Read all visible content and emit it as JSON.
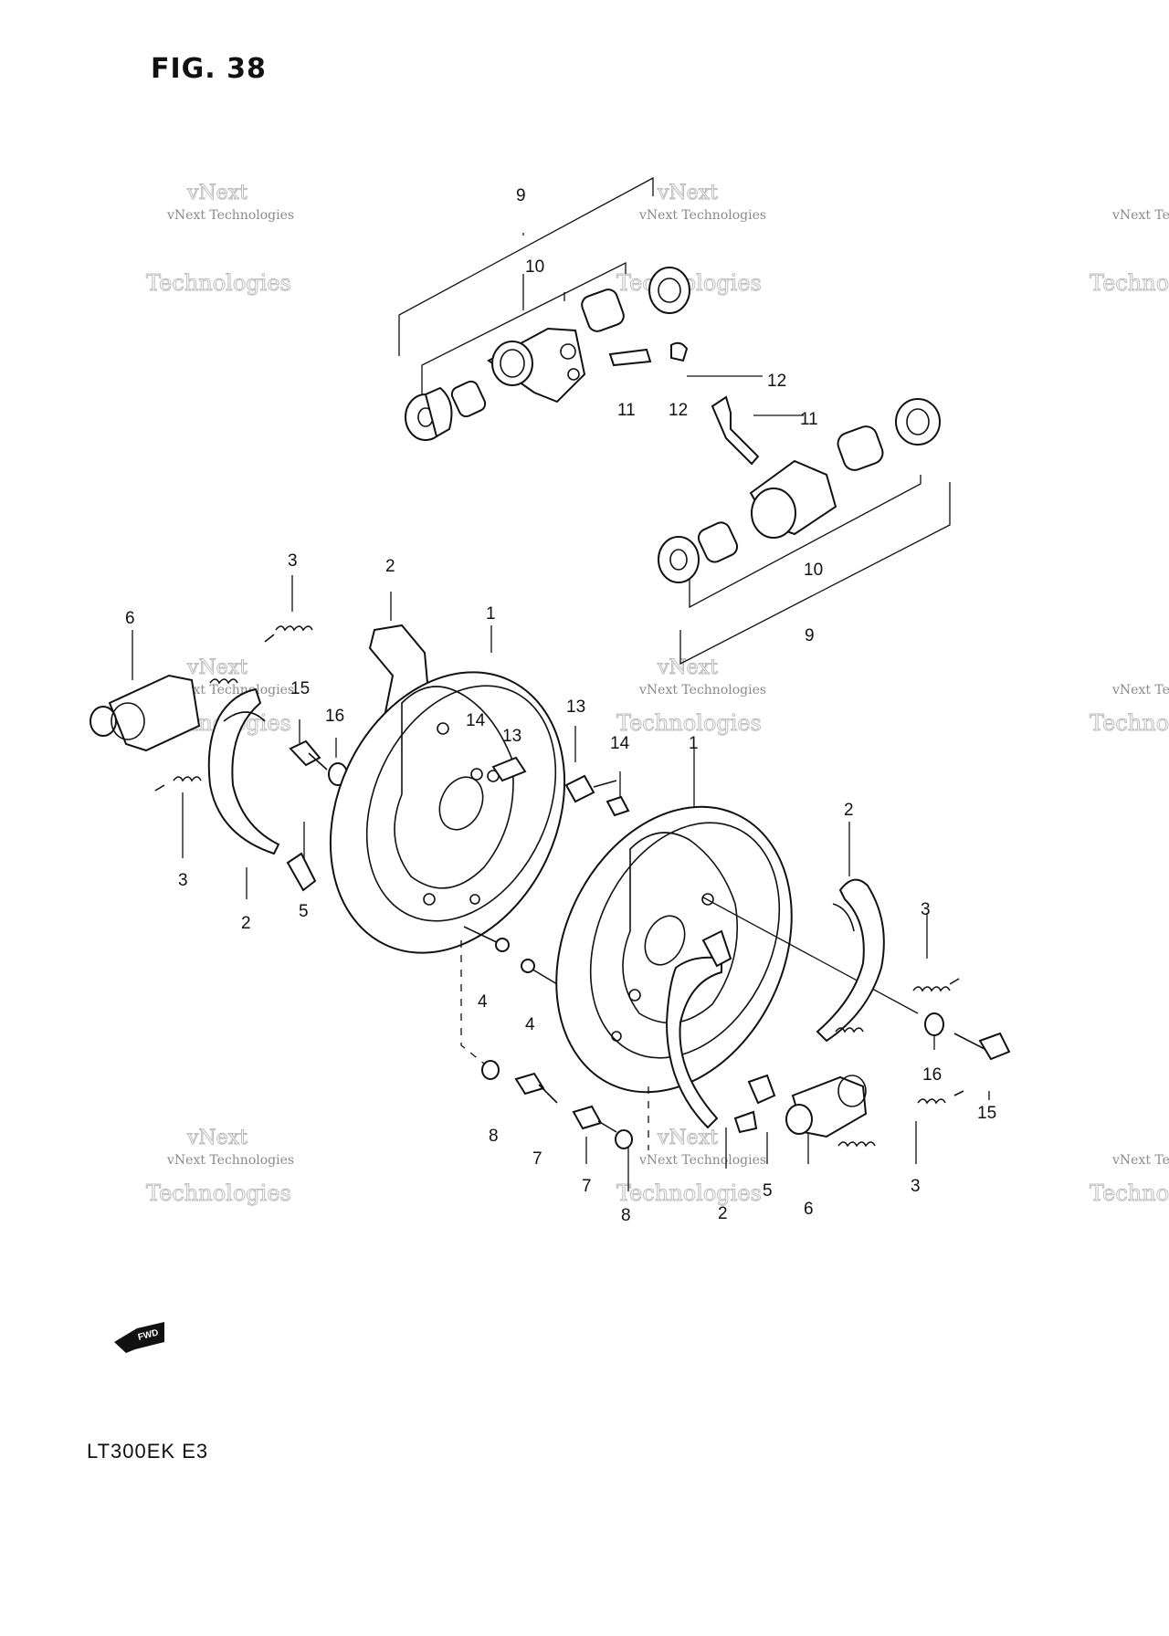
{
  "figure_title": "FIG. 38",
  "model_code": "LT300EK  E3",
  "fwd_badge": {
    "label": "FWD",
    "icon": "fwd-arrow-icon"
  },
  "watermark": {
    "line1": "vNext",
    "line2": "vNext Technologies",
    "line3": "Technologies"
  },
  "callouts": {
    "c9_top": "9",
    "c10_top": "10",
    "c11_a": "11",
    "c12_a": "12",
    "c12_b": "12",
    "c11_b": "11",
    "c10_bot": "10",
    "c9_bot": "9",
    "c3_a": "3",
    "c6_a": "6",
    "c15_a": "15",
    "c16_a": "16",
    "c2_a": "2",
    "c3_b": "3",
    "c2_b": "2",
    "c5_a": "5",
    "c1_a": "1",
    "c14_a": "14",
    "c13_a": "13",
    "c13_b": "13",
    "c14_b": "14",
    "c4_a": "4",
    "c4_b": "4",
    "c8_a": "8",
    "c7_a": "7",
    "c7_b": "7",
    "c8_b": "8",
    "c1_b": "1",
    "c2_c": "2",
    "c3_c": "3",
    "c16_b": "16",
    "c15_b": "15",
    "c2_d": "2",
    "c5_b": "5",
    "c6_b": "6",
    "c3_d": "3"
  }
}
